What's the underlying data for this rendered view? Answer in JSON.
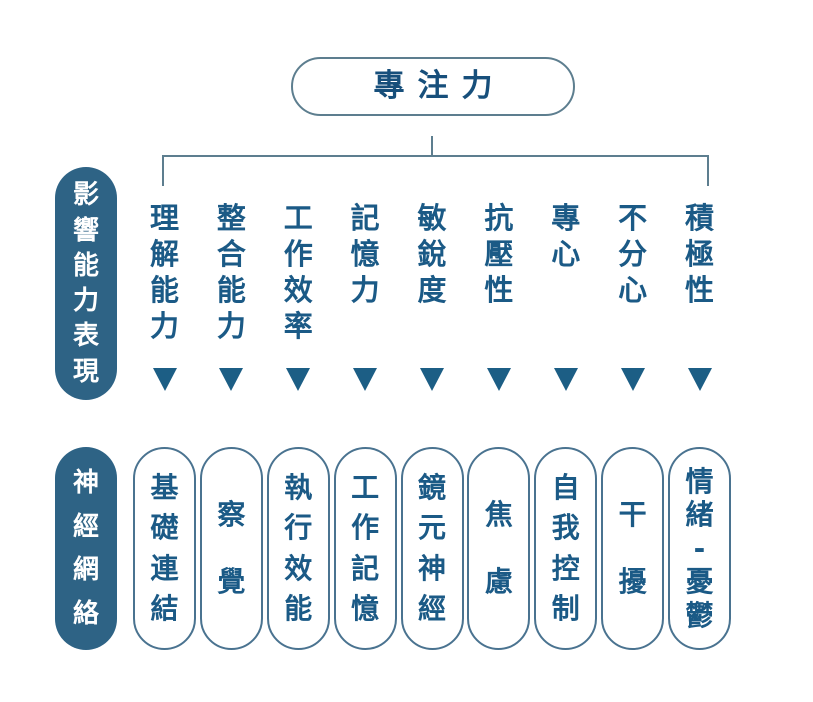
{
  "title": {
    "label": "專注力"
  },
  "row_labels": {
    "abilities": "影響能力表現",
    "networks": "神經網絡"
  },
  "columns": [
    {
      "ability": "理解能力",
      "network": "基礎連結"
    },
    {
      "ability": "整合能力",
      "network": "察覺"
    },
    {
      "ability": "工作效率",
      "network": "執行效能"
    },
    {
      "ability": "記憶力",
      "network": "工作記憶"
    },
    {
      "ability": "敏銳度",
      "network": "鏡元神經"
    },
    {
      "ability": "抗壓性",
      "network": "焦慮"
    },
    {
      "ability": "專心",
      "network": "自我控制"
    },
    {
      "ability": "不分心",
      "network": "干擾"
    },
    {
      "ability": "積極性",
      "network": "情緒-憂鬱"
    }
  ],
  "icons": {
    "down_arrow": "triangle-down"
  },
  "colors": {
    "text": "#1b5a86",
    "title_text": "#174f7b",
    "pill_bg": "#2e6385",
    "pill_text": "#ffffff",
    "outline_pill_border": "#4a7390",
    "connector": "#5d7e8f",
    "arrow": "#1c5e85",
    "background": "#ffffff"
  }
}
